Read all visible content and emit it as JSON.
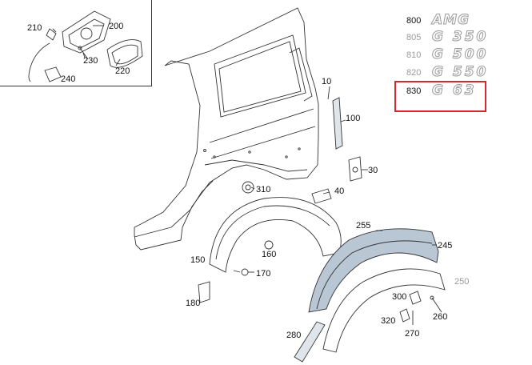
{
  "inset": {
    "labels": [
      "210",
      "200",
      "230",
      "220",
      "240"
    ]
  },
  "callouts": {
    "c10": "10",
    "c100": "100",
    "c30": "30",
    "c40": "40",
    "c310": "310",
    "c255": "255",
    "c245": "245",
    "c250": "250",
    "c150": "150",
    "c160": "160",
    "c170": "170",
    "c180": "180",
    "c300": "300",
    "c320": "320",
    "c270": "270",
    "c260": "260",
    "c280": "280"
  },
  "badges": [
    {
      "number": "800",
      "text": "AMG"
    },
    {
      "number": "805",
      "text": "G 350"
    },
    {
      "number": "810",
      "text": "G 500"
    },
    {
      "number": "820",
      "text": "G 550"
    },
    {
      "number": "830",
      "text": "G 63"
    }
  ],
  "highlighted_badge": "830",
  "colors": {
    "highlight": "#d8262e",
    "flare_fill": "#b9c6d3",
    "line": "#333333"
  }
}
